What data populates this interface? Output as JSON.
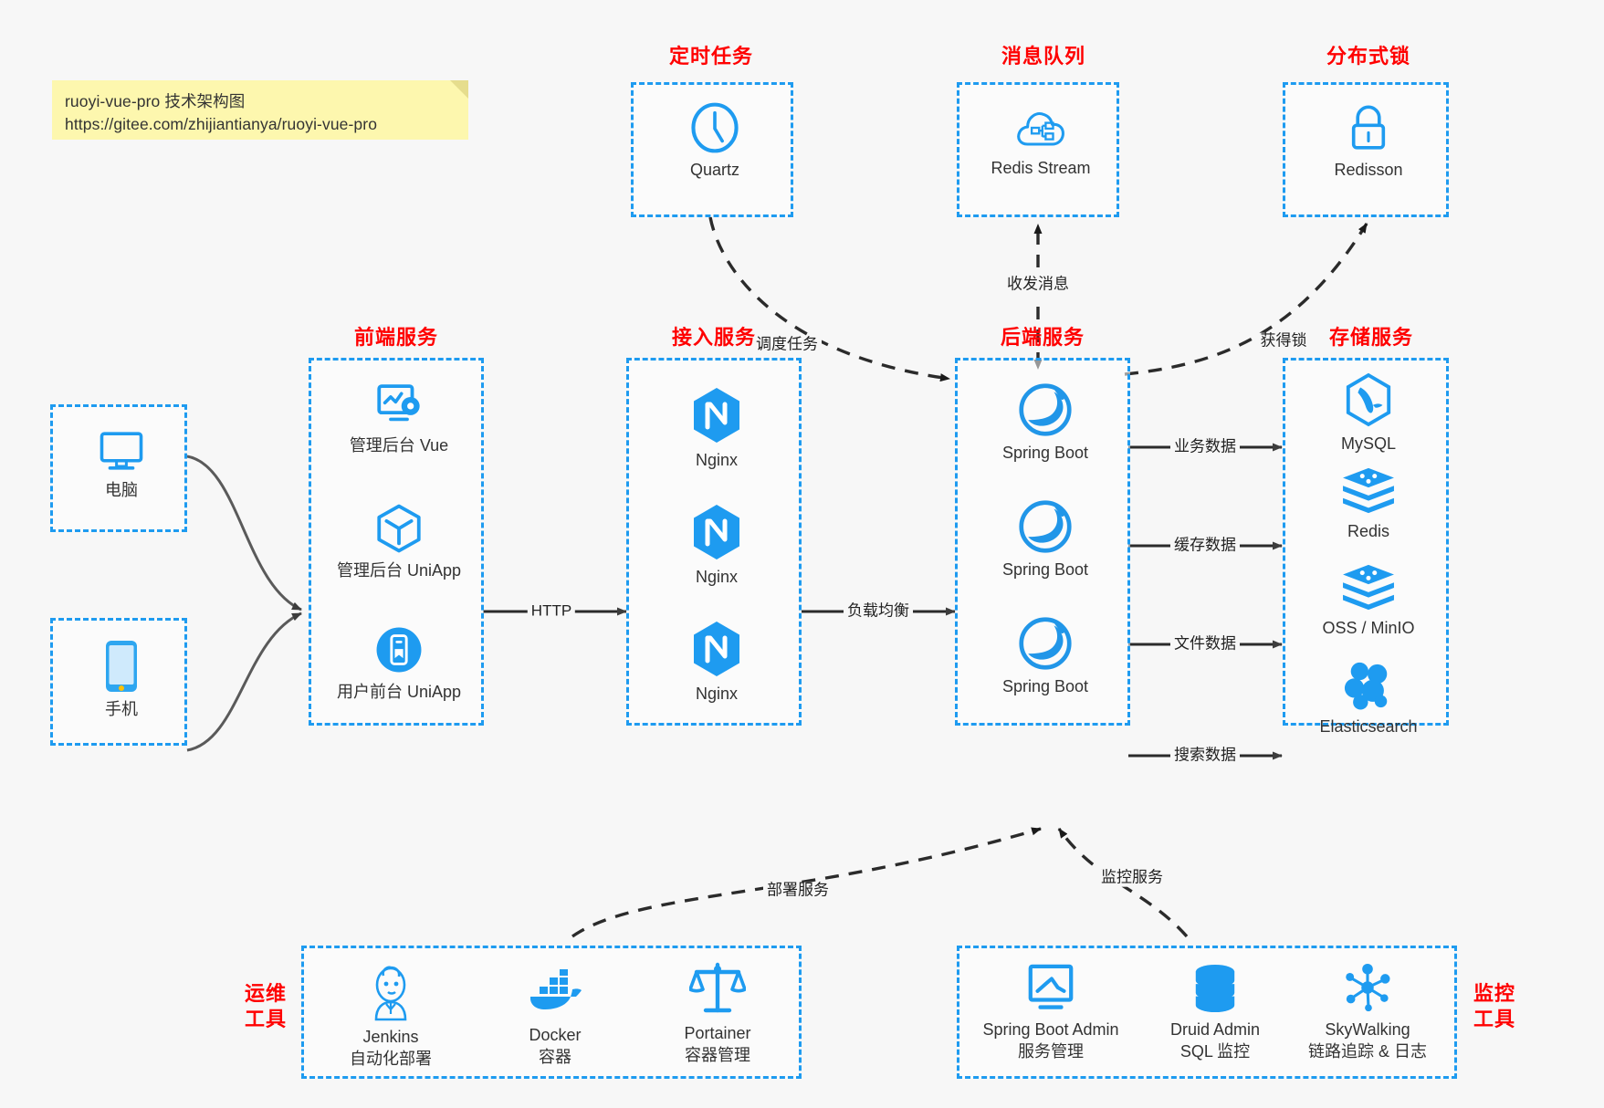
{
  "note": {
    "line1": "ruoyi-vue-pro 技术架构图",
    "line2": "https://gitee.com/zhijiantianya/ruoyi-vue-pro"
  },
  "colors": {
    "accent": "#1e9bf0",
    "title": "#ff0000",
    "wire": "#3d3d3d",
    "background": "#f7f7f7",
    "note_bg": "#fdf7ae"
  },
  "groups": {
    "scheduled_task": {
      "title": "定时任务",
      "nodes": [
        {
          "label": "Quartz",
          "icon": "clock-icon"
        }
      ]
    },
    "message_queue": {
      "title": "消息队列",
      "nodes": [
        {
          "label": "Redis Stream",
          "icon": "cloud-network-icon"
        }
      ]
    },
    "distributed_lock": {
      "title": "分布式锁",
      "nodes": [
        {
          "label": "Redisson",
          "icon": "lock-icon"
        }
      ]
    },
    "client_pc": {
      "nodes": [
        {
          "label": "电脑",
          "icon": "desktop-monitor-icon"
        }
      ]
    },
    "client_phone": {
      "nodes": [
        {
          "label": "手机",
          "icon": "smartphone-icon"
        }
      ]
    },
    "frontend": {
      "title": "前端服务",
      "nodes": [
        {
          "label": "管理后台 Vue",
          "icon": "dashboard-gear-icon"
        },
        {
          "label": "管理后台 UniApp",
          "icon": "uniapp-cube-icon"
        },
        {
          "label": "用户前台 UniApp",
          "icon": "mobile-app-icon"
        }
      ]
    },
    "gateway": {
      "title": "接入服务",
      "nodes": [
        {
          "label": "Nginx",
          "icon": "nginx-icon"
        },
        {
          "label": "Nginx",
          "icon": "nginx-icon"
        },
        {
          "label": "Nginx",
          "icon": "nginx-icon"
        }
      ]
    },
    "backend": {
      "title": "后端服务",
      "nodes": [
        {
          "label": "Spring Boot",
          "icon": "spring-boot-icon"
        },
        {
          "label": "Spring Boot",
          "icon": "spring-boot-icon"
        },
        {
          "label": "Spring Boot",
          "icon": "spring-boot-icon"
        }
      ]
    },
    "storage": {
      "title": "存储服务",
      "nodes": [
        {
          "label": "MySQL",
          "icon": "mysql-icon"
        },
        {
          "label": "Redis",
          "icon": "redis-icon"
        },
        {
          "label": "OSS / MinIO",
          "icon": "oss-minio-icon"
        },
        {
          "label": "Elasticsearch",
          "icon": "elasticsearch-icon"
        }
      ]
    },
    "devops": {
      "title": "运维\n工具",
      "title_line1": "运维",
      "title_line2": "工具",
      "nodes": [
        {
          "label": "Jenkins",
          "sub": "自动化部署",
          "icon": "jenkins-icon"
        },
        {
          "label": "Docker",
          "sub": "容器",
          "icon": "docker-icon"
        },
        {
          "label": "Portainer",
          "sub": "容器管理",
          "icon": "portainer-scales-icon"
        }
      ]
    },
    "monitoring": {
      "title_line1": "监控",
      "title_line2": "工具",
      "nodes": [
        {
          "label": "Spring Boot Admin",
          "sub": "服务管理",
          "icon": "monitor-chart-icon"
        },
        {
          "label": "Druid Admin",
          "sub": "SQL 监控",
          "icon": "database-stack-icon"
        },
        {
          "label": "SkyWalking",
          "sub": "链路追踪 & 日志",
          "icon": "skywalking-icon"
        }
      ]
    }
  },
  "edges": [
    {
      "id": "http",
      "label": "HTTP"
    },
    {
      "id": "load-balance",
      "label": "负载均衡"
    },
    {
      "id": "schedule-task",
      "label": "调度任务"
    },
    {
      "id": "send-receive",
      "label": "收发消息"
    },
    {
      "id": "acquire-lock",
      "label": "获得锁"
    },
    {
      "id": "business-data",
      "label": "业务数据"
    },
    {
      "id": "cache-data",
      "label": "缓存数据"
    },
    {
      "id": "file-data",
      "label": "文件数据"
    },
    {
      "id": "search-data",
      "label": "搜索数据"
    },
    {
      "id": "deploy-service",
      "label": "部署服务"
    },
    {
      "id": "monitor-service",
      "label": "监控服务"
    }
  ]
}
